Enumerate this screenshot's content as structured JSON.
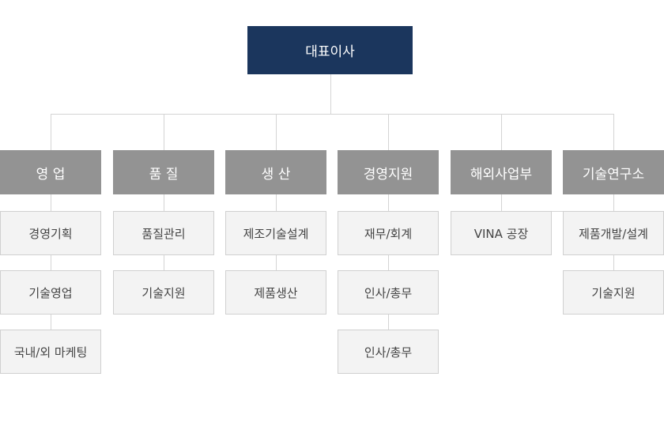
{
  "ceo": {
    "label": "대표이사"
  },
  "departments": [
    {
      "label": "영 업",
      "teams": [
        "경영기획",
        "기술영업",
        "국내/외 마케팅"
      ]
    },
    {
      "label": "품 질",
      "teams": [
        "품질관리",
        "기술지원"
      ]
    },
    {
      "label": "생 산",
      "teams": [
        "제조기술설계",
        "제품생산"
      ]
    },
    {
      "label": "경영지원",
      "teams": [
        "재무/회계",
        "인사/총무",
        "인사/총무"
      ]
    },
    {
      "label": "해외사업부",
      "teams": [
        "VINA 공장"
      ]
    },
    {
      "label": "기술연구소",
      "teams": [
        "제품개발/설계",
        "기술지원"
      ]
    }
  ],
  "colors": {
    "ceo": "#1b365d",
    "department": "#939393",
    "team_bg": "#f3f3f3",
    "team_border": "#d0d0d0",
    "connector": "#d4d4d4"
  }
}
